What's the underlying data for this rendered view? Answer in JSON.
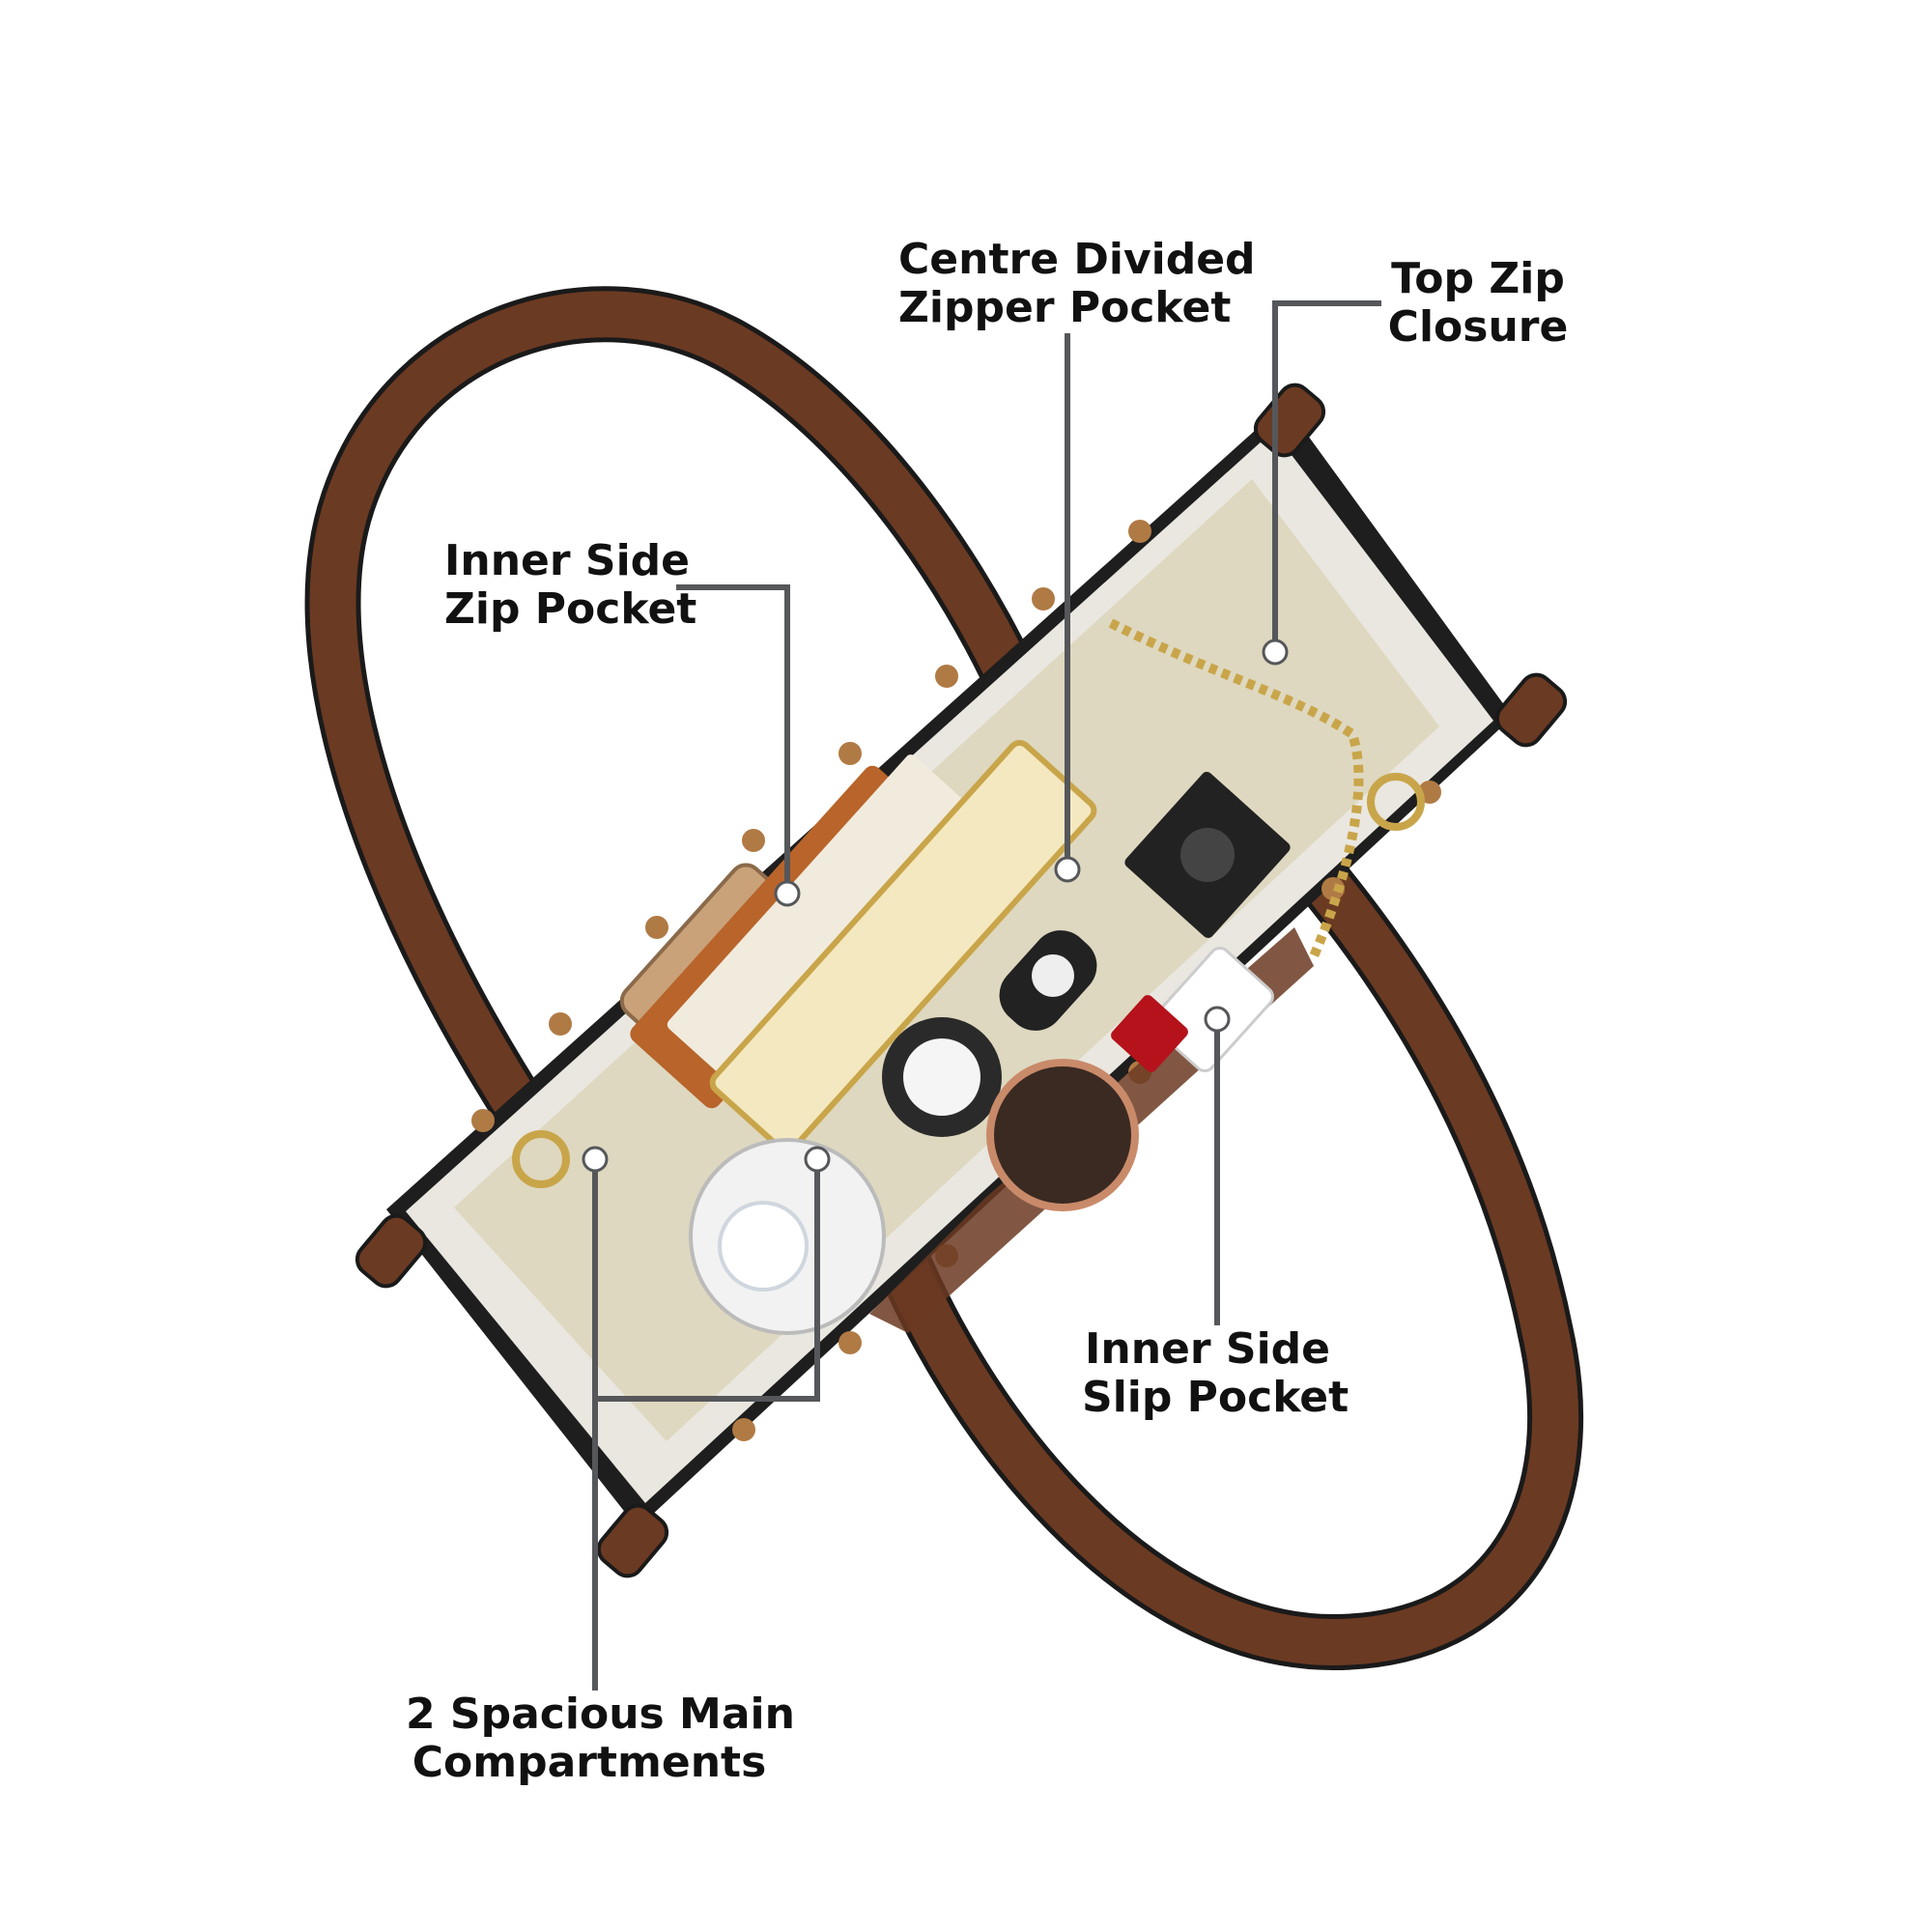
{
  "labels": {
    "centre_divided": {
      "line1": "Centre Divided",
      "line2": "Zipper Pocket"
    },
    "top_zip": {
      "line1": "Top Zip",
      "line2": "Closure"
    },
    "inner_zip": {
      "line1": "Inner Side",
      "line2": "Zip Pocket"
    },
    "inner_slip": {
      "line1": "Inner Side",
      "line2": "Slip Pocket"
    },
    "main_compartments": {
      "line1": "2 Spacious Main",
      "line2": "Compartments"
    }
  },
  "colors": {
    "strap": "#6b3a22",
    "trim": "#1e1e1e",
    "canvas": "#e9e7e0",
    "lining": "#ded8c0",
    "monogram": "#b07a45",
    "leader": "#55575a",
    "tan": "#b8642a",
    "zip": "#c9a54a"
  }
}
